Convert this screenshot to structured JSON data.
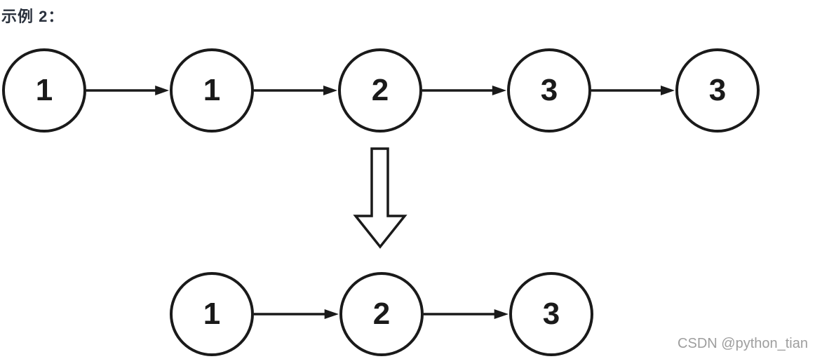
{
  "header": {
    "title": "示例 2：",
    "title_color": "#2a313d"
  },
  "diagram": {
    "type": "linked-list-transformation",
    "top_list": {
      "nodes": [
        "1",
        "1",
        "2",
        "3",
        "3"
      ]
    },
    "transform_icon": "down-arrow",
    "bottom_list": {
      "nodes": [
        "1",
        "2",
        "3"
      ]
    },
    "colors": {
      "node_stroke": "#1a1a1a",
      "node_fill": "#ffffff",
      "node_text": "#1a1a1a",
      "arrow": "#1a1a1a"
    }
  },
  "watermark": {
    "text": "CSDN @python_tian",
    "color": "#9e9e9e"
  }
}
